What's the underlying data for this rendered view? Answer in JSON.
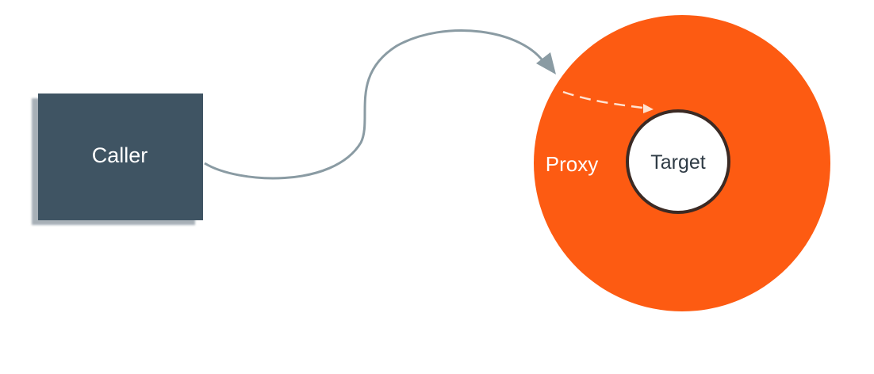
{
  "colors": {
    "background": "#ffffff",
    "caller_fill": "#3f5463",
    "caller_shadow": "#8a96a0",
    "proxy_fill": "#fd5b12",
    "target_fill": "#ffffff",
    "target_border": "#3b2a24",
    "arrow_stroke": "#8a9ba3",
    "dashed_arrow": "#ffe3d2",
    "caller_text": "#ffffff",
    "proxy_text": "#ffffff",
    "target_text": "#2f3b45"
  },
  "nodes": {
    "caller": {
      "label": "Caller"
    },
    "proxy": {
      "label": "Proxy"
    },
    "target": {
      "label": "Target"
    }
  },
  "edges": [
    {
      "from": "caller",
      "to": "proxy",
      "style": "solid-curved"
    },
    {
      "from": "proxy",
      "to": "target",
      "style": "dashed"
    }
  ]
}
